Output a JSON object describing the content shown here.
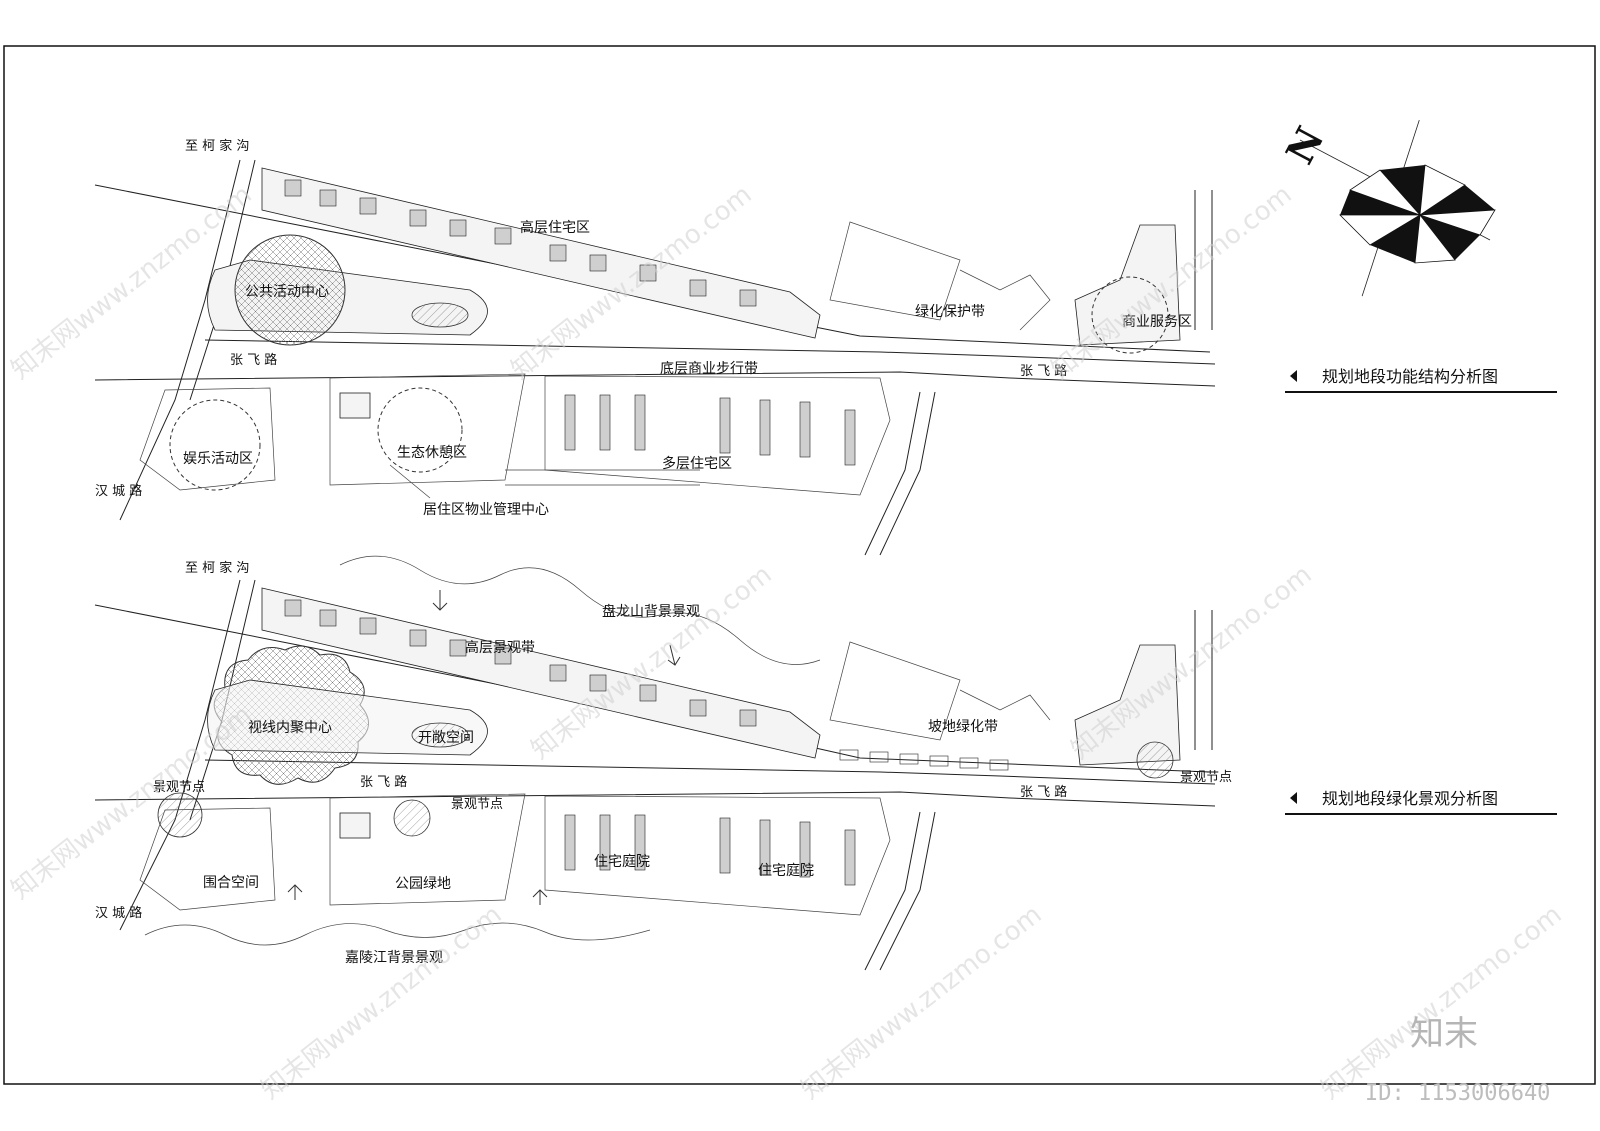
{
  "top_diagram": {
    "title": "规划地段功能结构分析图",
    "labels": {
      "to_kejiagou": "至 柯 家 沟",
      "highrise_residential": "高层住宅区",
      "public_activity_center": "公共活动中心",
      "green_protection_belt": "绿化保护带",
      "commercial_service_area": "商业服务区",
      "zhangfei_road_west": "张 飞 路",
      "zhangfei_road_east": "张 飞 路",
      "ground_floor_commercial": "底层商业步行带",
      "entertainment_area": "娱乐活动区",
      "eco_leisure_area": "生态休憩区",
      "multistory_residential": "多层住宅区",
      "hancheng_road": "汉 城 路",
      "property_management": "居住区物业管理中心"
    }
  },
  "bottom_diagram": {
    "title": "规划地段绿化景观分析图",
    "labels": {
      "to_kejiagou": "至 柯 家 沟",
      "panlong_mountain": "盘龙山背景景观",
      "highrise_landscape_belt": "高层景观带",
      "sightline_focus_center": "视线内聚中心",
      "open_space": "开敞空间",
      "slope_green_belt": "坡地绿化带",
      "landscape_node_1": "景观节点",
      "landscape_node_2": "景观节点",
      "landscape_node_3": "景观节点",
      "zhangfei_road_west": "张 飞 路",
      "zhangfei_road_east": "张 飞 路",
      "enclosed_space": "围合空间",
      "public_green": "公园绿地",
      "courtyard_1": "住宅庭院",
      "courtyard_2": "住宅庭院",
      "hancheng_road": "汉 城 路",
      "jialing_river": "嘉陵江背景景观"
    }
  },
  "north_arrow": {
    "letter": "N"
  },
  "watermark": {
    "site": "知末网www.znzmo.com",
    "brand": "知末",
    "id_text": "ID: 1153006640"
  }
}
